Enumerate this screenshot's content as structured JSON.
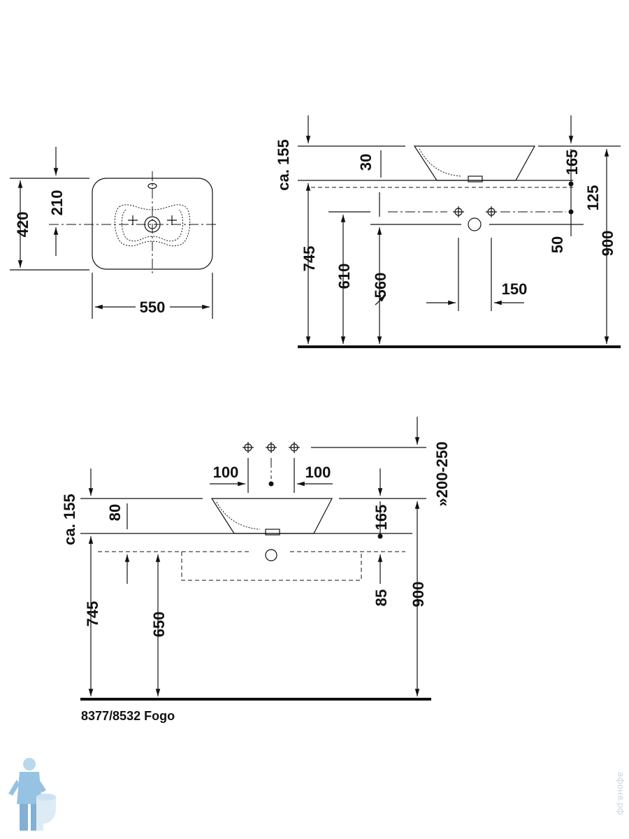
{
  "top_view": {
    "depth": "420",
    "tap_hole_offset": "210",
    "width": "550"
  },
  "side_view_1": {
    "bowl_height": "ca. 155",
    "rim_to_tap": "30",
    "tap_height": "165",
    "supply_offset": "125",
    "waste_offset": "50",
    "counter_height": "745",
    "supply_from_floor": "610",
    "waste_from_floor": "560",
    "supply_spacing": "150",
    "rim_height": "900"
  },
  "side_view_2": {
    "spacing_left": "100",
    "spacing_right": "100",
    "wall_tap_height": "»200-250",
    "bowl_height": "ca. 155",
    "bowl_depth": "80",
    "tap_height": "165",
    "waste_offset": "85",
    "counter_height": "745",
    "waste_from_floor": "650",
    "rim_height": "900"
  },
  "caption": "8377/8532 Fogo",
  "watermark": "афоня.рф",
  "colors": {
    "ink": "#111111",
    "watermark": "#c9d6e0",
    "mascot": "#6aa9d8"
  }
}
